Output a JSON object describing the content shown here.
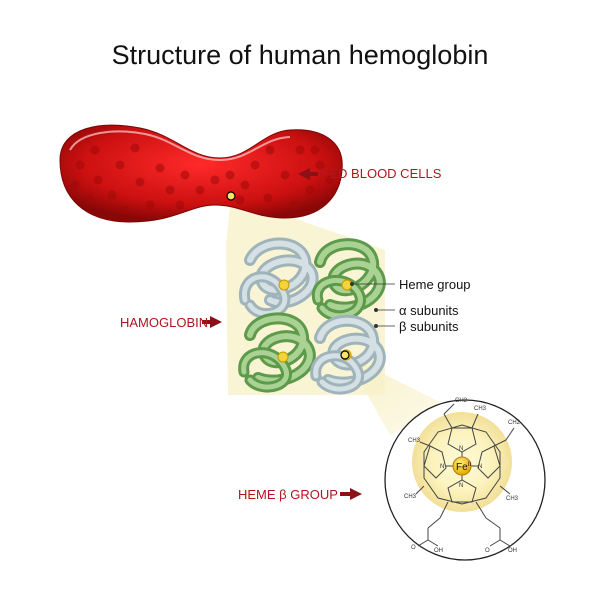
{
  "title": "Structure of human hemoglobin",
  "labels": {
    "red_blood_cells": "RED BLOOD CELLS",
    "hemoglobin": "HAMOGLOBIN",
    "heme_beta_group": "HEME β GROUP",
    "heme_group": "Heme group",
    "alpha_subunits": "α subunits",
    "beta_subunits": "β subunits"
  },
  "molecule": {
    "iron_label": "Fe",
    "iron_charge": "II",
    "methyl": "CH3",
    "vinyl": "CH2",
    "nitrogen": "N",
    "carboxyl": "OH",
    "carbonyl": "O"
  },
  "colors": {
    "label_red": "#b0161d",
    "arrow_red": "#8b1116",
    "cell_red": "#cc1010",
    "alpha_gray": "#b9c9cf",
    "beta_green": "#8dbb7a",
    "heme_yellow": "#f3d53a",
    "zoom_fill": "#fbf4cf"
  }
}
